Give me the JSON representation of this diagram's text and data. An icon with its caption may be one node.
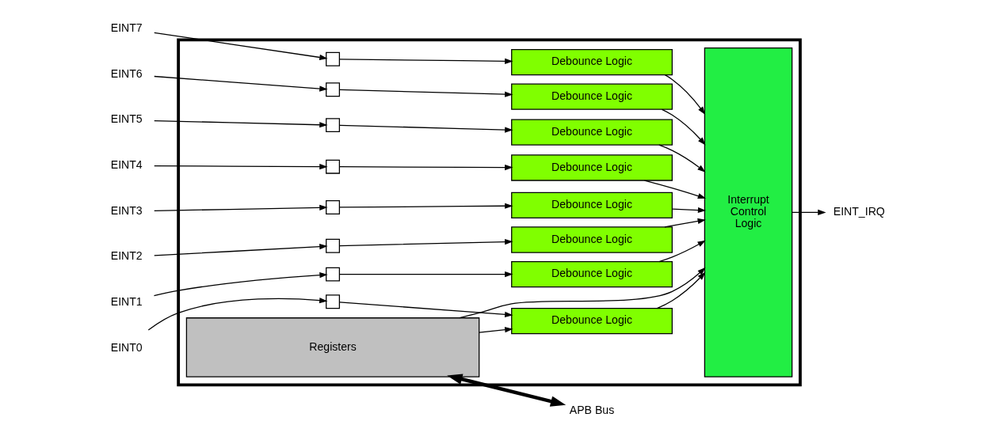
{
  "diagram": {
    "nodes": [
      {
        "text": [],
        "shape": "box"
      },
      {
        "text": [
          "EINT7"
        ]
      },
      {
        "text": [
          "EINT6"
        ]
      },
      {
        "text": [
          "EINT5"
        ]
      },
      {
        "text": [
          "EINT4"
        ]
      },
      {
        "text": [
          "EINT3"
        ]
      },
      {
        "text": [
          "EINT2"
        ]
      },
      {
        "text": [
          "EINT1"
        ]
      },
      {
        "text": [
          "EINT0"
        ]
      },
      {
        "text": [],
        "shape": "box",
        "in": 0
      },
      {
        "text": [],
        "shape": "box",
        "in": 0
      },
      {
        "text": [],
        "shape": "box",
        "in": 0
      },
      {
        "text": [],
        "shape": "box",
        "in": 0
      },
      {
        "text": [],
        "shape": "box",
        "in": 0
      },
      {
        "text": [],
        "shape": "box",
        "in": 0
      },
      {
        "text": [],
        "shape": "box",
        "in": 0
      },
      {
        "text": [],
        "shape": "box",
        "in": 0
      },
      {
        "text": [
          "Debounce Logic"
        ],
        "in": 0
      },
      {
        "text": [
          "Debounce Logic"
        ],
        "in": 0
      },
      {
        "text": [
          "Debounce Logic"
        ],
        "in": 0
      },
      {
        "text": [
          "Debounce Logic"
        ],
        "in": 0
      },
      {
        "text": [
          "Debounce Logic"
        ],
        "in": 0
      },
      {
        "text": [
          "Debounce Logic"
        ],
        "in": 0
      },
      {
        "text": [
          "Debounce Logic"
        ],
        "in": 0
      },
      {
        "text": [
          "Debounce Logic"
        ],
        "in": 0
      },
      {
        "text": [
          "Interrupt Control Logic"
        ],
        "in": 0
      },
      {
        "text": [
          "EINT_IRQ"
        ]
      },
      {
        "text": [
          "Registers"
        ],
        "in": 0
      },
      {
        "text": [
          "APB Bus"
        ]
      }
    ],
    "edges": [
      {
        "from": 1,
        "to": 9,
        "arrow": "to"
      },
      {
        "from": 2,
        "to": 10,
        "arrow": "to"
      },
      {
        "from": 3,
        "to": 11,
        "arrow": "to"
      },
      {
        "from": 4,
        "to": 12,
        "arrow": "to"
      },
      {
        "from": 5,
        "to": 13,
        "arrow": "to"
      },
      {
        "from": 6,
        "to": 14,
        "arrow": "to"
      },
      {
        "from": 7,
        "to": 15,
        "arrow": "to"
      },
      {
        "from": 8,
        "to": 16,
        "arrow": "to"
      },
      {
        "from": 9,
        "to": 17,
        "arrow": "to"
      },
      {
        "from": 10,
        "to": 18,
        "arrow": "to"
      },
      {
        "from": 11,
        "to": 19,
        "arrow": "to"
      },
      {
        "from": 12,
        "to": 20,
        "arrow": "to"
      },
      {
        "from": 13,
        "to": 21,
        "arrow": "to"
      },
      {
        "from": 14,
        "to": 22,
        "arrow": "to"
      },
      {
        "from": 15,
        "to": 23,
        "arrow": "to"
      },
      {
        "from": 16,
        "to": 24,
        "arrow": "to"
      },
      {
        "from": 17,
        "to": 25,
        "arrow": "to"
      },
      {
        "from": 18,
        "to": 25,
        "arrow": "to"
      },
      {
        "from": 19,
        "to": 25,
        "arrow": "to"
      },
      {
        "from": 20,
        "to": 25,
        "arrow": "to"
      },
      {
        "from": 21,
        "to": 25,
        "arrow": "to"
      },
      {
        "from": 22,
        "to": 25,
        "arrow": "to"
      },
      {
        "from": 23,
        "to": 25,
        "arrow": "to"
      },
      {
        "from": 24,
        "to": 25,
        "arrow": "to"
      },
      {
        "from": 27,
        "to": 24,
        "arrow": "to"
      },
      {
        "from": 27,
        "to": 25,
        "arrow": "to"
      },
      {
        "from": 25,
        "to": 26,
        "arrow": "to"
      },
      {
        "from": 27,
        "to": 28,
        "arrow": "both",
        "style": "thick"
      }
    ]
  }
}
